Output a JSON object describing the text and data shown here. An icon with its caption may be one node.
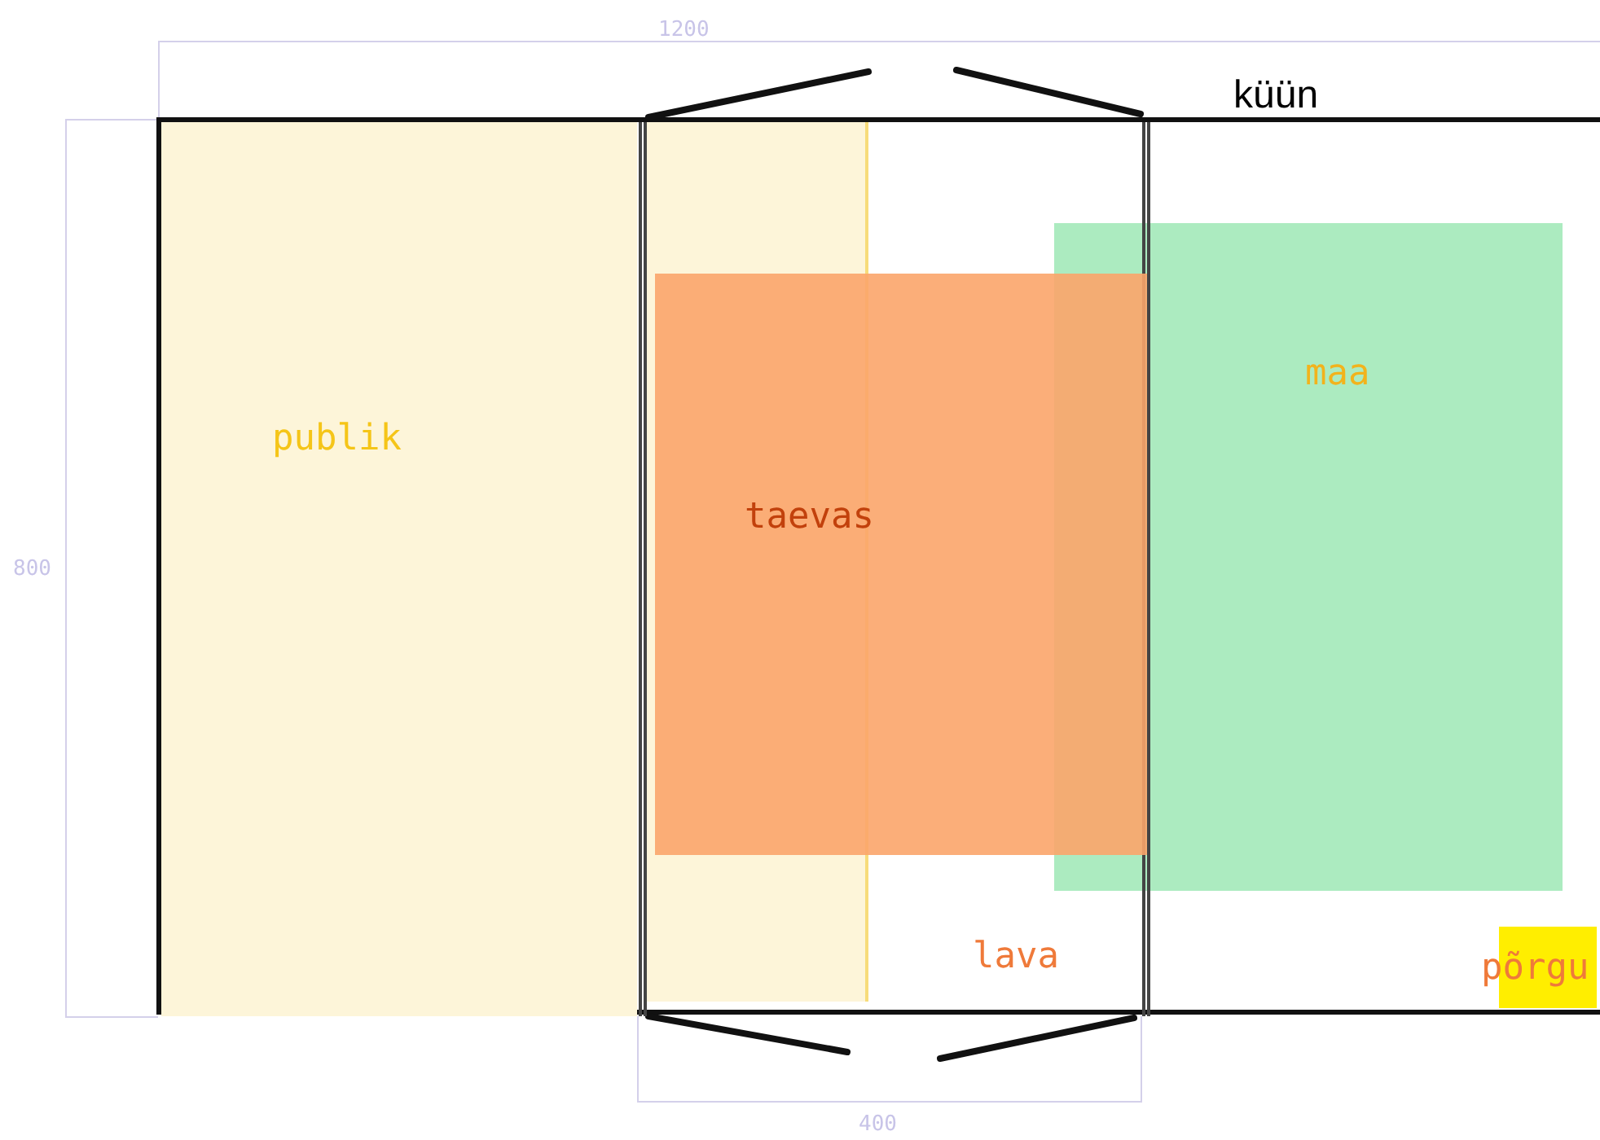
{
  "diagram": {
    "nodes": [
      {
        "text": [
          "küün"
        ]
      },
      {
        "text": [
          "publik"
        ],
        "in": 0
      },
      {
        "text": [
          "lava"
        ],
        "in": 0
      },
      {
        "text": [
          "taevas"
        ],
        "in": 2
      },
      {
        "text": [
          "maa"
        ],
        "in": 0
      },
      {
        "text": [
          "põrgu"
        ],
        "in": 0
      }
    ],
    "edges": [],
    "labels": [
      "1200",
      "800",
      "400"
    ]
  }
}
